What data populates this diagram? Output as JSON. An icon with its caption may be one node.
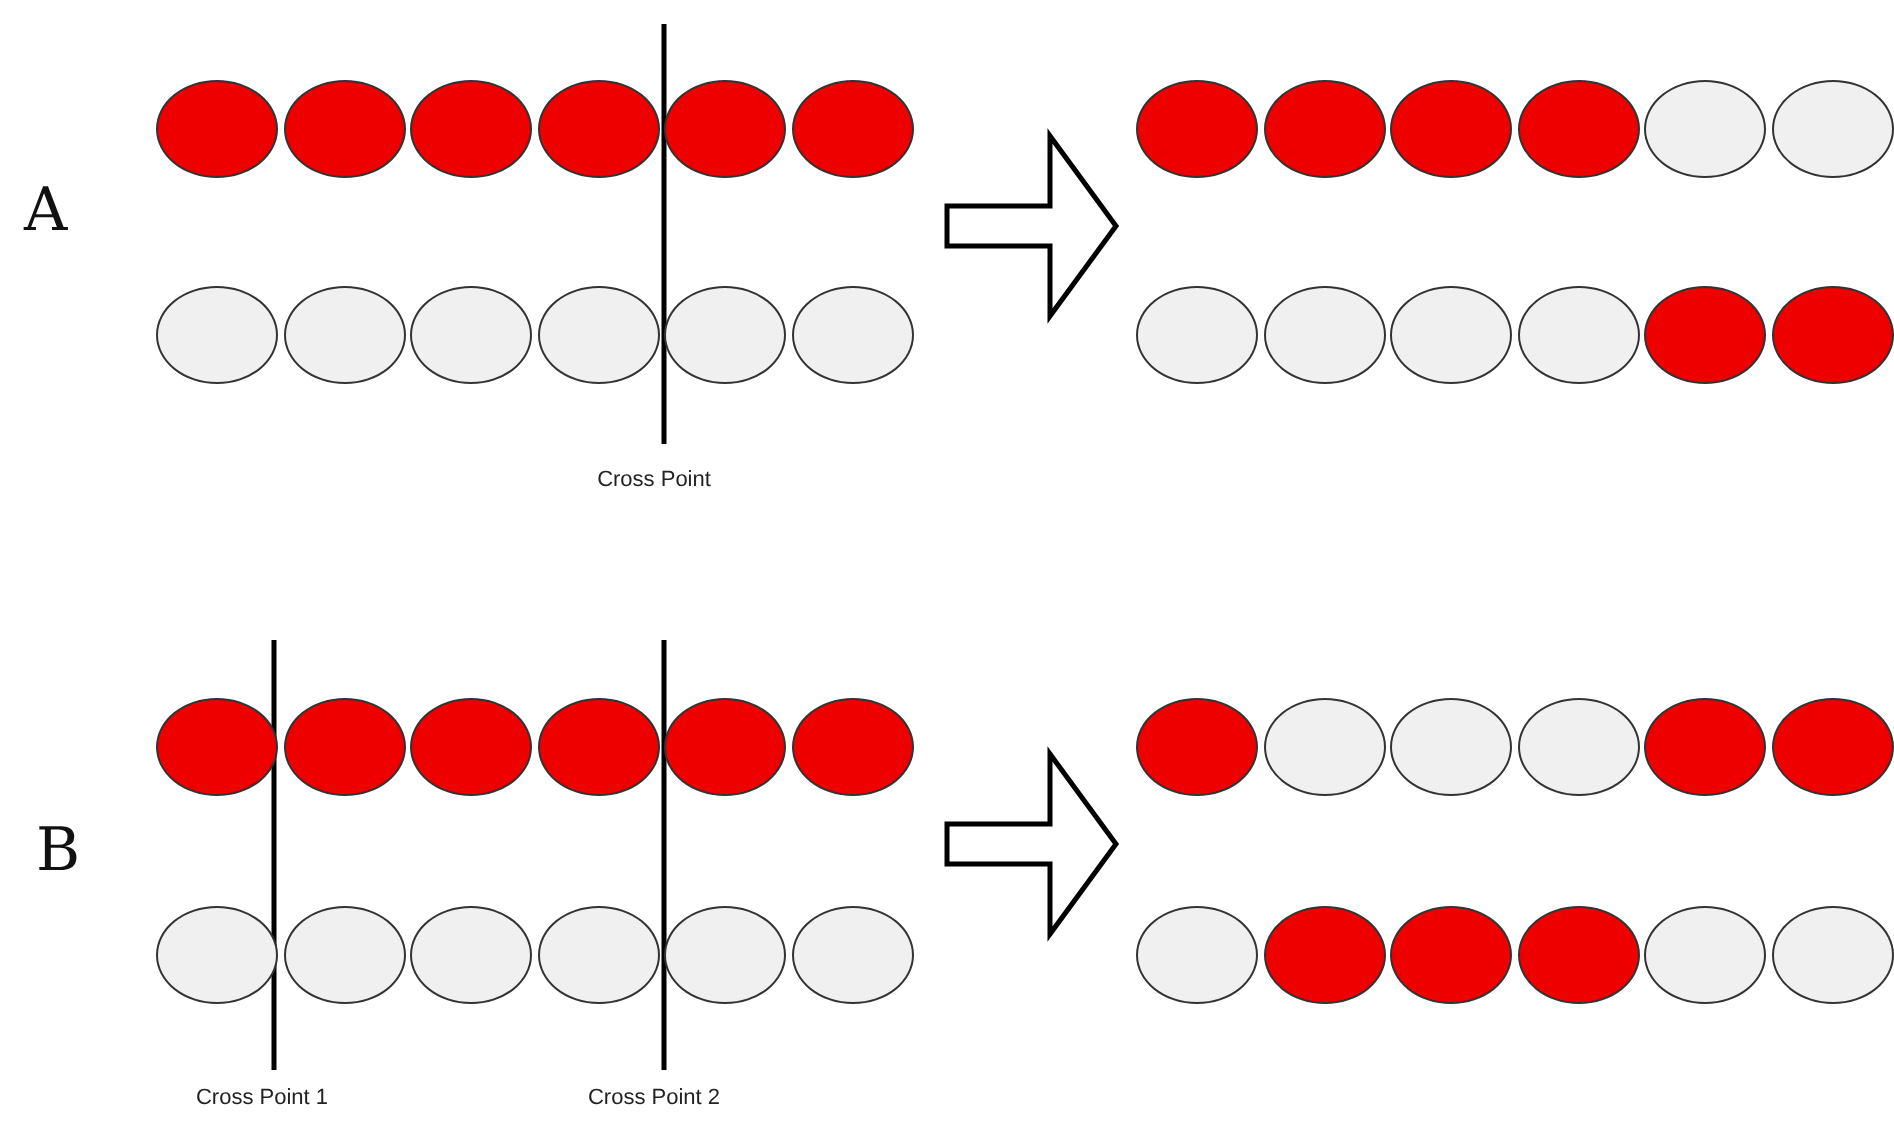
{
  "diagram": {
    "nodes": [
      {
        "text": [],
        "shape": "circle"
      },
      {
        "text": [],
        "shape": "circle"
      },
      {
        "text": [],
        "shape": "circle"
      },
      {
        "text": [],
        "shape": "circle"
      },
      {
        "text": [],
        "shape": "circle"
      },
      {
        "text": [],
        "shape": "circle"
      },
      {
        "text": [],
        "shape": "circle"
      },
      {
        "text": [],
        "shape": "circle"
      },
      {
        "text": [],
        "shape": "circle"
      },
      {
        "text": [],
        "shape": "circle"
      },
      {
        "text": [],
        "shape": "circle"
      },
      {
        "text": [],
        "shape": "circle"
      },
      {
        "text": [],
        "shape": "circle"
      },
      {
        "text": [],
        "shape": "circle"
      },
      {
        "text": [],
        "shape": "circle"
      },
      {
        "text": [],
        "shape": "circle"
      },
      {
        "text": [],
        "shape": "circle"
      },
      {
        "text": [],
        "shape": "circle"
      },
      {
        "text": [],
        "shape": "circle"
      },
      {
        "text": [],
        "shape": "circle"
      },
      {
        "text": [],
        "shape": "circle"
      },
      {
        "text": [],
        "shape": "circle"
      },
      {
        "text": [],
        "shape": "circle"
      },
      {
        "text": [],
        "shape": "circle"
      },
      {
        "text": [],
        "shape": "circle"
      },
      {
        "text": [],
        "shape": "circle"
      },
      {
        "text": [],
        "shape": "circle"
      },
      {
        "text": [],
        "shape": "circle"
      },
      {
        "text": [],
        "shape": "circle"
      },
      {
        "text": [],
        "shape": "circle"
      },
      {
        "text": [],
        "shape": "circle"
      },
      {
        "text": [],
        "shape": "circle"
      },
      {
        "text": [],
        "shape": "circle"
      },
      {
        "text": [],
        "shape": "circle"
      },
      {
        "text": [],
        "shape": "circle"
      },
      {
        "text": [],
        "shape": "circle"
      },
      {
        "text": [],
        "shape": "circle"
      },
      {
        "text": [],
        "shape": "circle"
      },
      {
        "text": [],
        "shape": "circle"
      },
      {
        "text": [],
        "shape": "circle"
      },
      {
        "text": [],
        "shape": "circle"
      },
      {
        "text": [],
        "shape": "circle"
      },
      {
        "text": [],
        "shape": "circle"
      },
      {
        "text": [],
        "shape": "circle"
      },
      {
        "text": [],
        "shape": "circle"
      },
      {
        "text": [],
        "shape": "circle"
      },
      {
        "text": [],
        "shape": "circle"
      },
      {
        "text": [],
        "shape": "circle"
      }
    ],
    "edges": [
      {
        "from": 5,
        "to": 6,
        "arrow": "to"
      },
      {
        "from": 29,
        "to": 30,
        "arrow": "to"
      }
    ],
    "labels": [
      "A",
      "Cross Point",
      "B",
      "Cross Point 1",
      "Cross Point 2"
    ]
  }
}
